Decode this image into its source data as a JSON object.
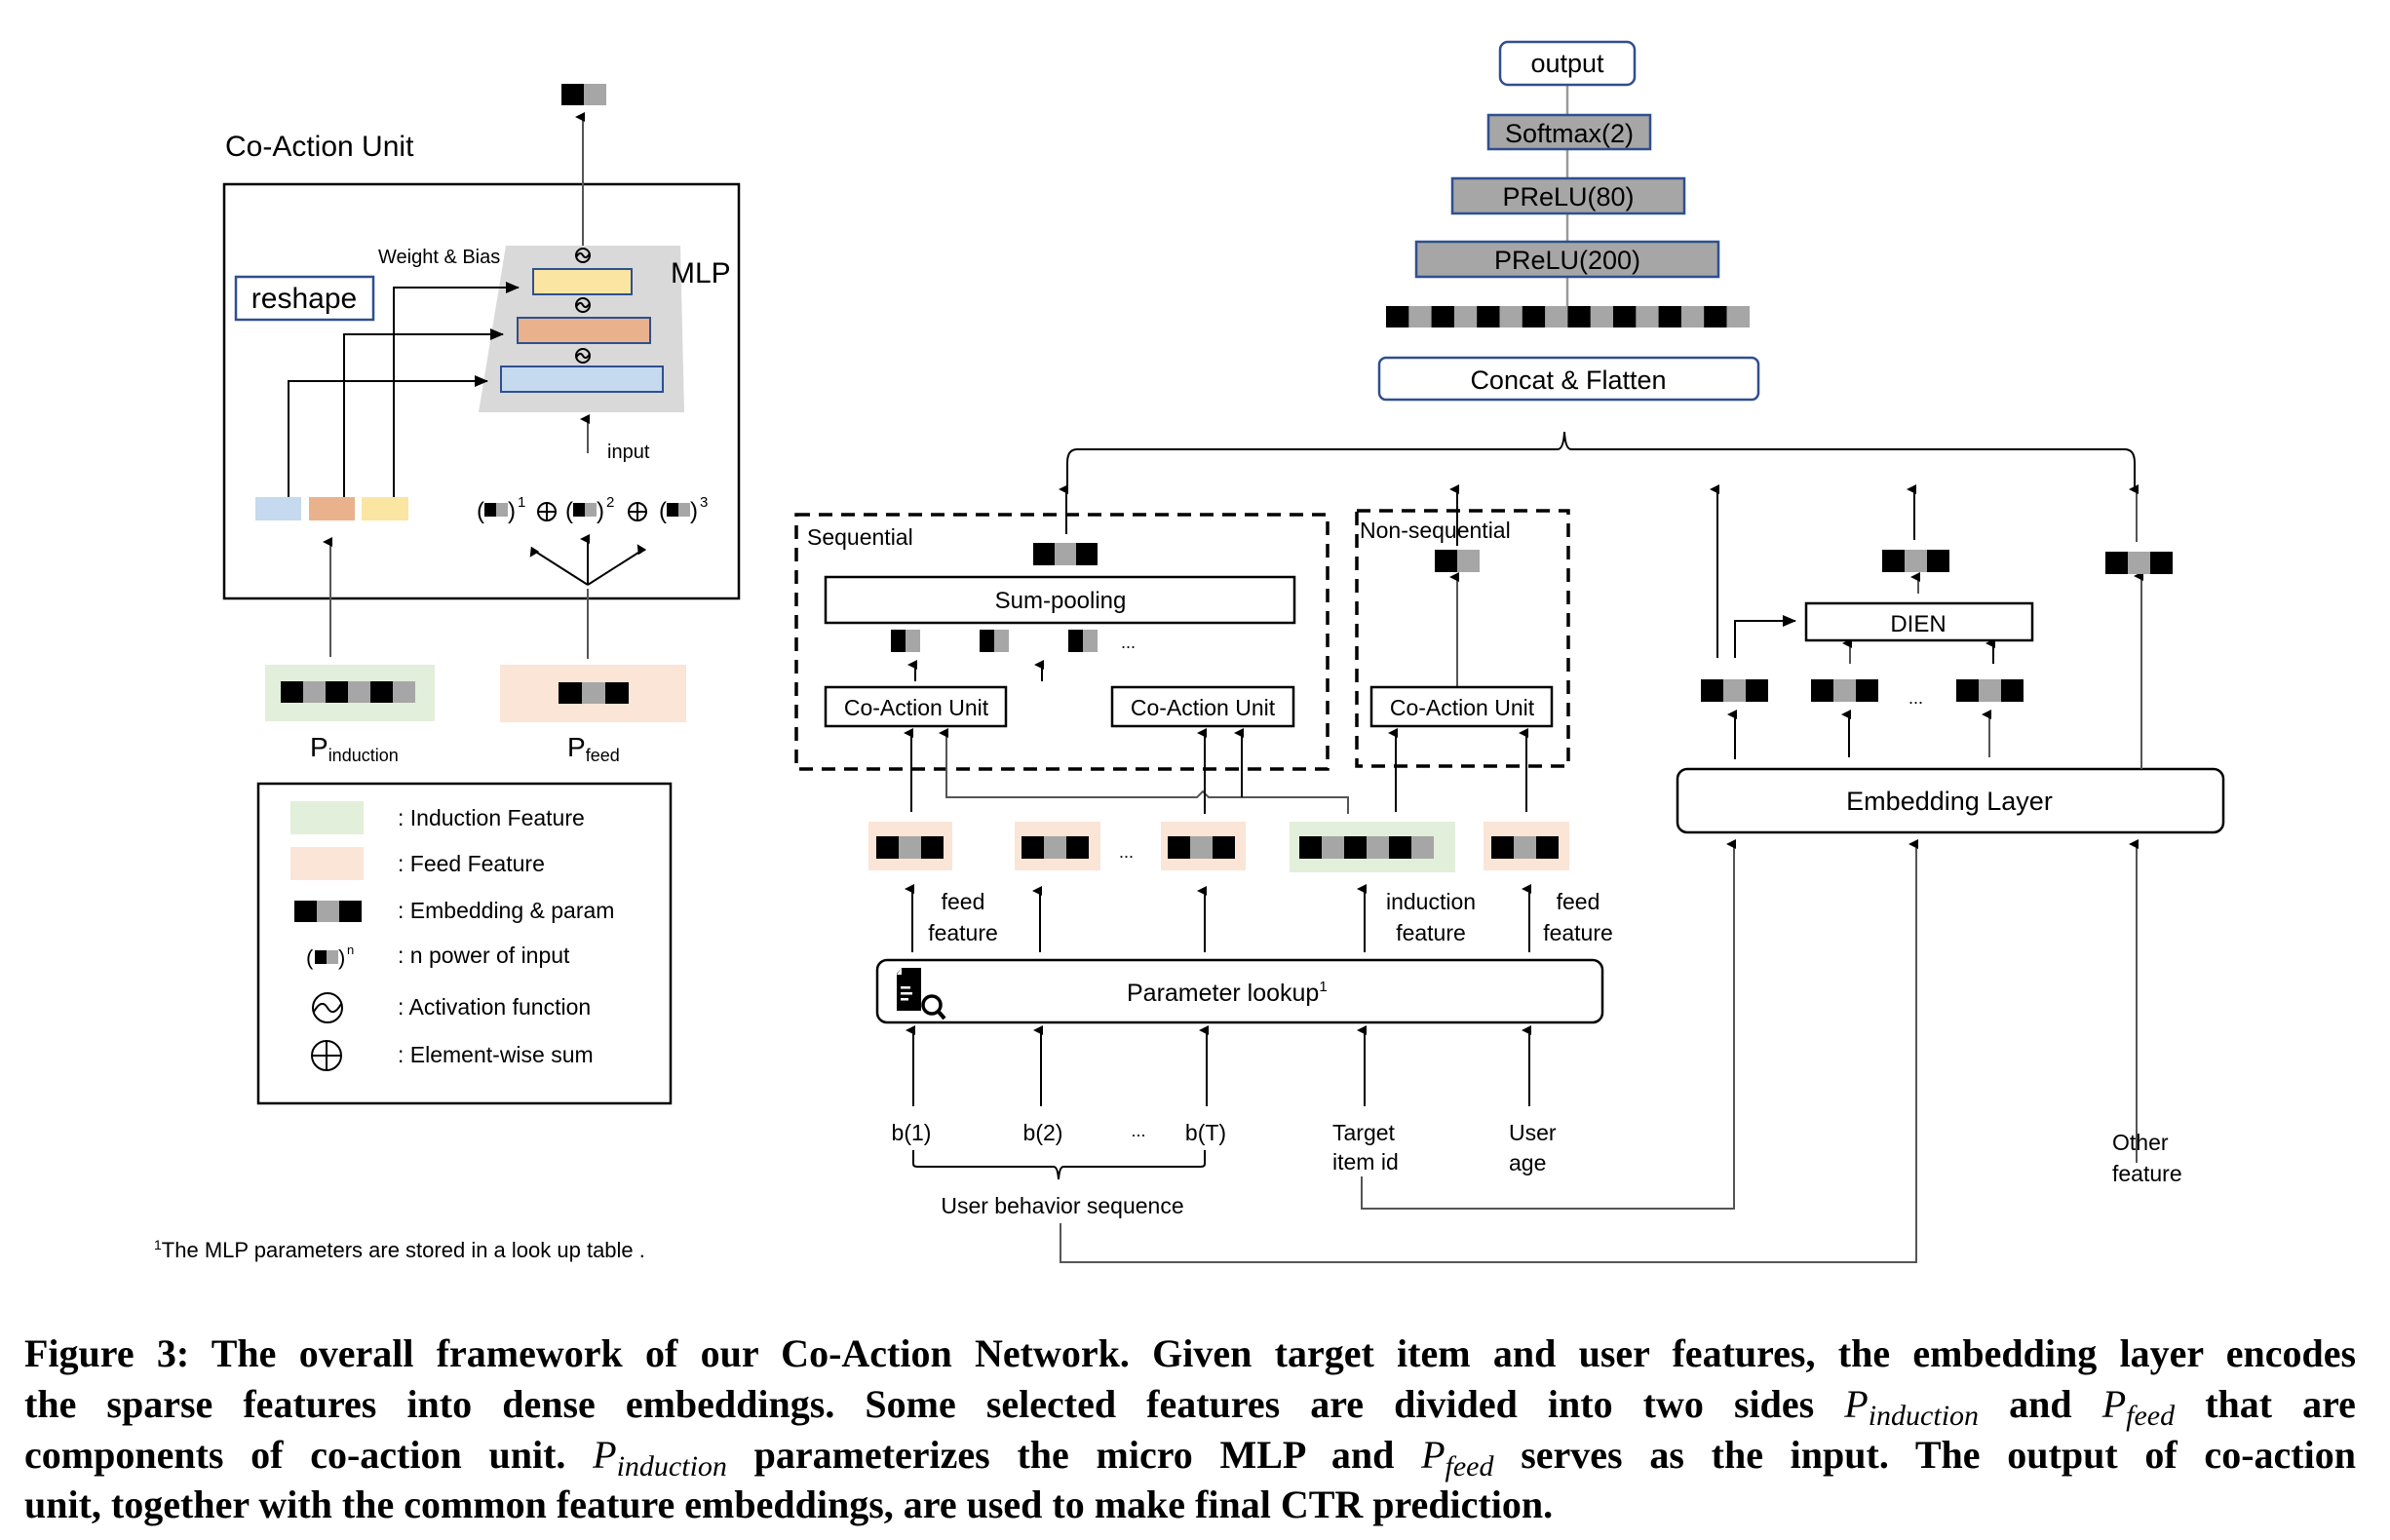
{
  "figure": {
    "co_action_unit": {
      "title": "Co-Action Unit",
      "reshape_label": "reshape",
      "weight_bias_label": "Weight & Bias",
      "mlp_label": "MLP",
      "input_label": "input",
      "power_terms": [
        "1",
        "2",
        "3"
      ],
      "p_induction": {
        "base": "P",
        "sub": "induction"
      },
      "p_feed": {
        "base": "P",
        "sub": "feed"
      }
    },
    "legend": {
      "items": [
        {
          "icon": "induction-swatch",
          "label": ": Induction Feature"
        },
        {
          "icon": "feed-swatch",
          "label": ": Feed Feature"
        },
        {
          "icon": "embedding-block",
          "label": ": Embedding & param"
        },
        {
          "icon": "power-of-input",
          "label": ": n power of input",
          "sup": "n"
        },
        {
          "icon": "activation-function-icon",
          "label": ": Activation function"
        },
        {
          "icon": "element-wise-sum-icon",
          "label": ": Element-wise sum"
        }
      ]
    },
    "footnote": {
      "mark": "1",
      "text": "The MLP parameters are stored in a look up table ."
    },
    "tower": {
      "output": "output",
      "softmax": "Softmax(2)",
      "prelu80": "PReLU(80)",
      "prelu200": "PReLU(200)",
      "concat": "Concat & Flatten"
    },
    "sequential": {
      "title": "Sequential",
      "sum_pooling": "Sum-pooling",
      "unit1": "Co-Action Unit",
      "unit2": "Co-Action Unit",
      "ellipsis": "..."
    },
    "non_sequential": {
      "title": "Non-sequential",
      "unit": "Co-Action Unit"
    },
    "dien": "DIEN",
    "embedding_layer": "Embedding Layer",
    "parameter_lookup": {
      "label": "Parameter  lookup",
      "sup": "1",
      "icon": "document-search-icon"
    },
    "feature_labels": {
      "feed1": [
        "feed",
        "feature"
      ],
      "induction": [
        "induction",
        "feature"
      ],
      "feed2": [
        "feed",
        "feature"
      ]
    },
    "inputs": {
      "b1": "b(1)",
      "b2": "b(2)",
      "ellipsis": "...",
      "bT": "b(T)",
      "target": [
        "Target",
        "item id"
      ],
      "user": [
        "User",
        "age"
      ],
      "sequence": "User behavior sequence",
      "other": [
        "Other",
        "feature"
      ]
    },
    "colors": {
      "induction": "#e2efda",
      "feed": "#fbe5d6",
      "mlp_bg": "#d9d9d9",
      "layer_yellow": "#fae5a3",
      "layer_orange": "#eab28c",
      "layer_blue": "#c5d9ef",
      "box_border_blue": "#2f4f8f",
      "tower_gray": "#a6a6a6"
    }
  },
  "caption": {
    "lines": [
      [
        {
          "t": "Figure 3: The overall framework of our Co-Action Network. Given target item and user features, the embedding layer encodes"
        }
      ],
      [
        {
          "t": "the sparse features into dense embeddings. Some selected features are divided into two sides "
        },
        {
          "t": "P",
          "i": true
        },
        {
          "t": "induction",
          "i": true,
          "sub": true
        },
        {
          "t": " and "
        },
        {
          "t": "P",
          "i": true
        },
        {
          "t": "feed",
          "i": true,
          "sub": true
        },
        {
          "t": " that are"
        }
      ],
      [
        {
          "t": "components of co-action unit. "
        },
        {
          "t": "P",
          "i": true
        },
        {
          "t": "induction",
          "i": true,
          "sub": true
        },
        {
          "t": " parameterizes the micro MLP and "
        },
        {
          "t": "P",
          "i": true
        },
        {
          "t": "feed",
          "i": true,
          "sub": true
        },
        {
          "t": " serves as the input. The output of co-action"
        }
      ],
      [
        {
          "t": "unit, together with the common feature embeddings, are used to make final CTR prediction."
        }
      ]
    ]
  }
}
